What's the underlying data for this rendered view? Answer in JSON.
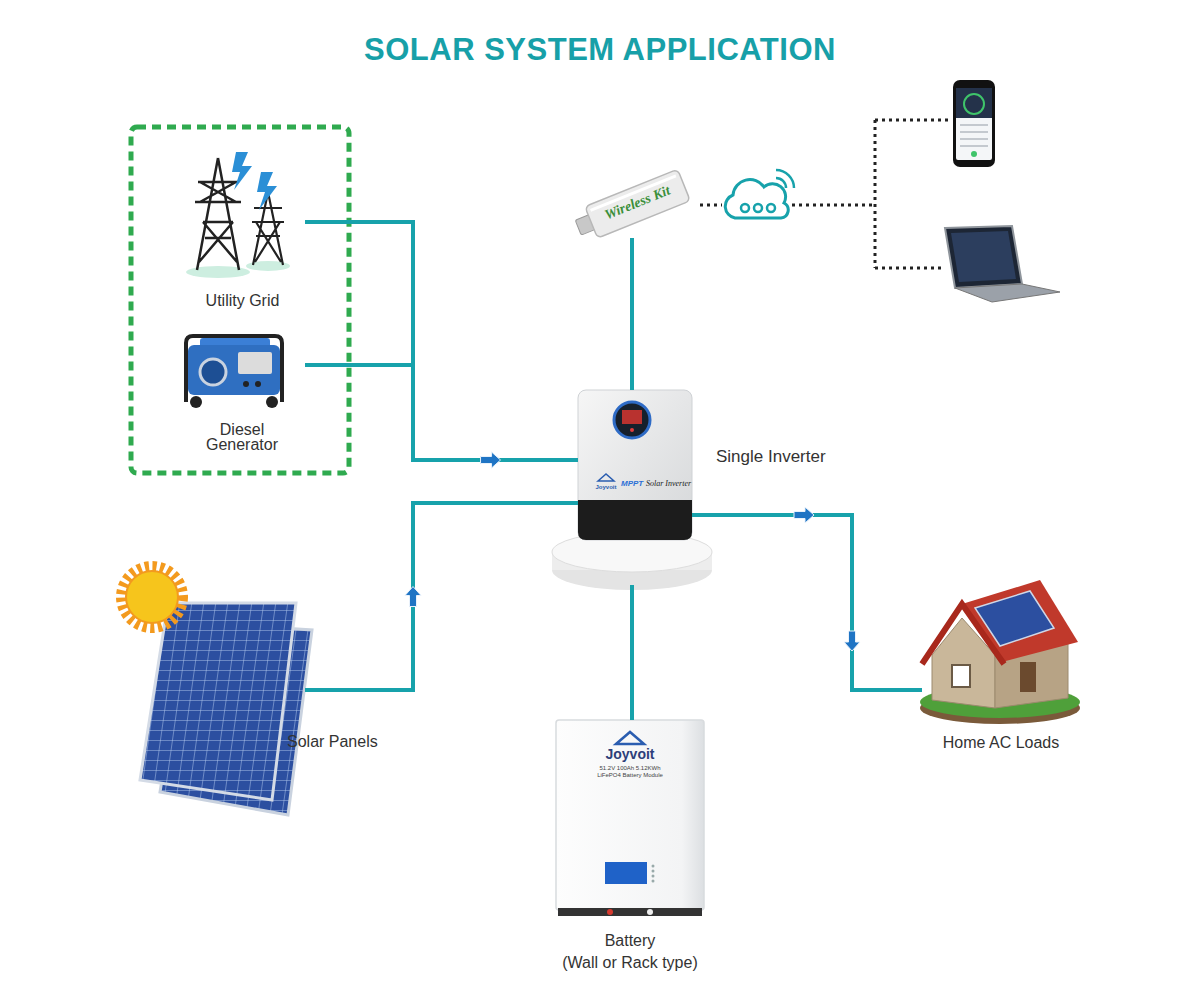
{
  "diagram": {
    "title": "SOLAR SYSTEM APPLICATION",
    "nodes": [
      {
        "text": [
          "Utility Grid"
        ]
      },
      {
        "text": [
          "Diesel Generator"
        ]
      },
      {
        "text": [
          "Wireless Kit"
        ]
      },
      {
        "text": [
          "Single Inverter"
        ]
      },
      {
        "text": [
          "Solar Panels"
        ]
      },
      {
        "text": [
          "Home AC Loads"
        ]
      },
      {
        "text": [
          "Battery",
          "(Wall or Rack type)"
        ]
      }
    ],
    "edges": [
      {
        "from": 0,
        "to": 3,
        "arrow": "to"
      },
      {
        "from": 1,
        "to": 3,
        "arrow": "to"
      },
      {
        "from": 2,
        "to": 3,
        "arrow": "none"
      },
      {
        "from": 4,
        "to": 3,
        "arrow": "to"
      },
      {
        "from": 3,
        "to": 5,
        "arrow": "to"
      },
      {
        "from": 3,
        "to": 6,
        "arrow": "none"
      }
    ],
    "labels": [
      "Joyvoit",
      "MPPT",
      "Solar Inverter",
      "Joyvoit",
      "51.2V 100Ah 5.12KWh LiFePO4 Battery Module"
    ]
  }
}
